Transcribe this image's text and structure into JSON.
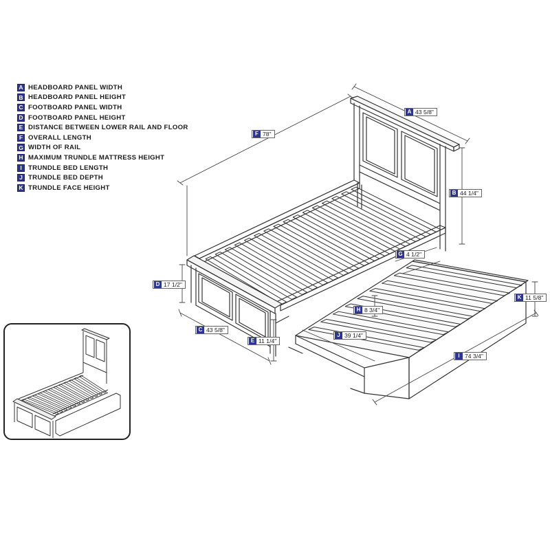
{
  "legend": [
    {
      "key": "A",
      "label": "HEADBOARD PANEL WIDTH"
    },
    {
      "key": "B",
      "label": "HEADBOARD PANEL HEIGHT"
    },
    {
      "key": "C",
      "label": "FOOTBOARD PANEL WIDTH"
    },
    {
      "key": "D",
      "label": "FOOTBOARD PANEL HEIGHT"
    },
    {
      "key": "E",
      "label": "DISTANCE BETWEEN LOWER RAIL AND FLOOR"
    },
    {
      "key": "F",
      "label": "OVERALL LENGTH"
    },
    {
      "key": "G",
      "label": "WIDTH OF RAIL"
    },
    {
      "key": "H",
      "label": "MAXIMUM TRUNDLE MATTRESS HEIGHT"
    },
    {
      "key": "I",
      "label": "TRUNDLE BED LENGTH"
    },
    {
      "key": "J",
      "label": "TRUNDLE BED DEPTH"
    },
    {
      "key": "K",
      "label": "TRUNDLE FACE HEIGHT"
    }
  ],
  "dimensions": {
    "A": "43 5/8\"",
    "B": "44 1/4\"",
    "C": "43 5/8\"",
    "D": "17 1/2\"",
    "E": "11 1/4\"",
    "F": "78\"",
    "G": "4 1/2\"",
    "H": "8 3/4\"",
    "I": "74 3/4\"",
    "J": "39 1/4\"",
    "K": "11 5/8\""
  },
  "colors": {
    "key_badge": "#2c3590",
    "line": "#333333",
    "background": "#ffffff"
  }
}
